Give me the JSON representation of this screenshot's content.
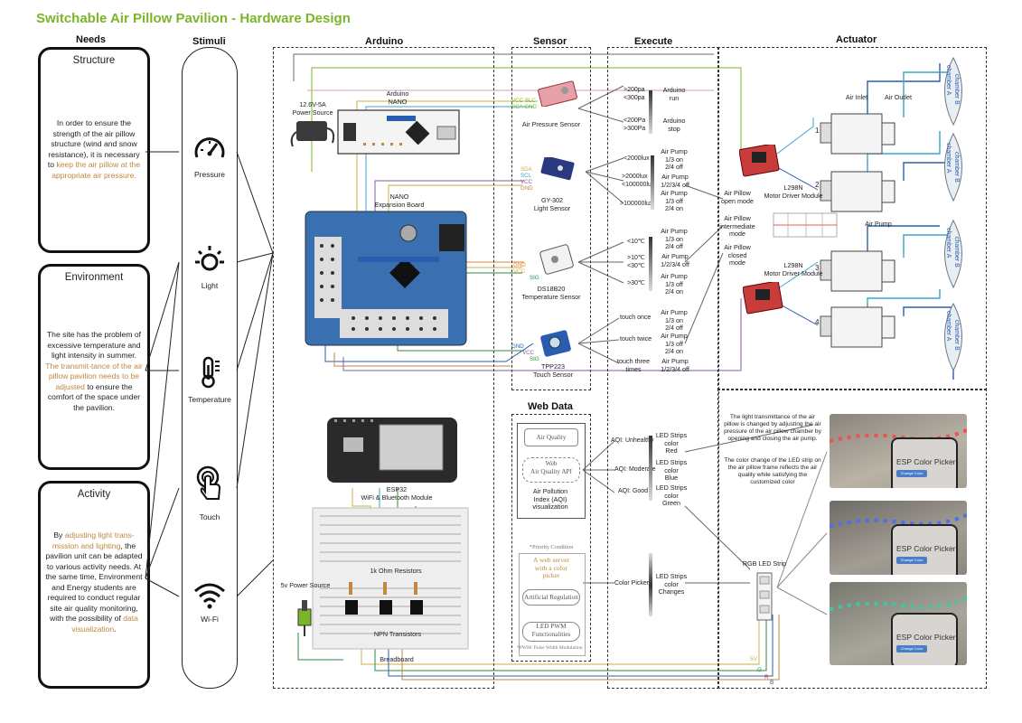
{
  "title": "Switchable Air Pillow Pavilion - Hardware Design",
  "columns": {
    "needs": "Needs",
    "stimuli": "Stimuli",
    "arduino": "Arduino",
    "sensor": "Sensor",
    "execute": "Execute",
    "actuator": "Actuator",
    "webdata": "Web Data"
  },
  "needs": {
    "structure": {
      "title": "Structure",
      "text_a": "In order to ensure the strength of the air pillow structure (wind and snow resistance), it is necessary to ",
      "text_hl": "keep the air pillow at the appropriate air pressure."
    },
    "environment": {
      "title": "Environment",
      "text_a": "The site has the problem of excessive temperature and light intensity in summer. ",
      "text_hl": "The transmit-tance of the air pillow pavilion needs to be adjusted",
      "text_b": " to ensure the comfort of the space under the pavilion."
    },
    "activity": {
      "title": "Activity",
      "text_a": "By ",
      "text_hl1": "adjusting light trans-mission and lighting",
      "text_b": ", the pavilion unit can be adapted to various activity needs. At the same time, Environment and Energy students  are required to conduct regular site air quality monitoring, with the possibility of ",
      "text_hl2": "data visualization",
      "text_c": "."
    }
  },
  "stimuli": {
    "pressure": "Pressure",
    "light": "Light",
    "temperature": "Temperature",
    "touch": "Touch",
    "wifi": "Wi-Fi"
  },
  "arduino": {
    "power": "12.6V-5A\nPower Source",
    "nano": "Arduino\nNANO",
    "expansion": "NANO\nExpansion Board",
    "esp32": "ESP32\nWiFi & Bluetooth Module",
    "resistors": "1k Ohm Resistors",
    "transistors": "NPN Transistors",
    "breadboard": "Breadboard",
    "power5v": "5v Power Source"
  },
  "sensors": {
    "pressure": "Air Pressure Sensor",
    "light": "GY-302\nLight Sensor",
    "temp": "DS18B20\nTemperature Sensor",
    "touch": "TPP223\nTouch Sensor",
    "pins_pressure": [
      "VCC",
      "SLC",
      "SCA",
      "GND"
    ],
    "pins_light": [
      "SDA",
      "SCL",
      "VCC",
      "GND"
    ],
    "pins_temp": [
      "GND",
      "VCC",
      "SIG"
    ],
    "pins_touch": [
      "GND",
      "VCC",
      "SIG"
    ]
  },
  "execute": {
    "pressure": [
      {
        "cond": ">200pa\n<300pa",
        "act": "Arduino\nrun"
      },
      {
        "cond": "<200Pa\n>300Pa",
        "act": "Arduino\nstop"
      }
    ],
    "light": [
      {
        "cond": "<2000lux",
        "act": "Air Pump\n1/3 on\n2/4 off"
      },
      {
        "cond": ">2000lux\n<100000lux",
        "act": "Air Pump\n1/2/3/4 off"
      },
      {
        "cond": ">100000lux",
        "act": "Air Pump\n1/3 off\n2/4 on"
      }
    ],
    "temp": [
      {
        "cond": "<10℃",
        "act": "Air Pump\n1/3 on\n2/4 off"
      },
      {
        "cond": ">10℃\n<30℃",
        "act": "Air Pump\n1/2/3/4 off"
      },
      {
        "cond": ">30℃",
        "act": "Air Pump\n1/3 off\n2/4 on"
      }
    ],
    "touch": [
      {
        "cond": "touch once",
        "act": "Air Pump\n1/3 on\n2/4 off"
      },
      {
        "cond": "touch twice",
        "act": "Air Pump\n1/3 off\n2/4 on"
      },
      {
        "cond": "touch three\ntimes",
        "act": "Air Pump\n1/2/3/4 off"
      }
    ],
    "aqi": [
      {
        "cond": "AQI: Unhealthy",
        "act": "LED Strips\ncolor\nRed"
      },
      {
        "cond": "AQI: Moderate",
        "act": "LED Strips\ncolor\nBlue"
      },
      {
        "cond": "AQI: Good",
        "act": "LED Strips\ncolor\nGreen"
      }
    ],
    "picker": {
      "cond": "Color Picker",
      "act": "LED Strips\ncolor\nChanges"
    }
  },
  "actuator": {
    "air_inlet": "Air Inlet",
    "air_outlet": "Air Outlet",
    "air_pump": "Air Pump",
    "driver1": "L298N\nMotor Driver Module",
    "driver2": "L298N\nMotor Driver Module",
    "mode_open": "Air Pillow\nopen mode",
    "mode_mid": "Air Pillow\nintermediate\nmode",
    "mode_closed": "Air Pillow\nclosed mode",
    "chamber_a": "chamber A",
    "chamber_b": "chamber B",
    "pump_numbers": [
      "1",
      "2",
      "3",
      "4"
    ],
    "led_strip": "RGB LED Strip",
    "note1": "The light transmittance of the air pillow is changed by adjusting the air pressure of the air pillow chamber by opening and closing the air pump.",
    "note2": "The color change of the LED strip on the air pillow frame reflects the air quality while satisfying the customized color",
    "phone_text": "ESP Color Picker",
    "phone_button": "Change Color",
    "wire_labels": [
      "5V",
      "G",
      "R",
      "B"
    ]
  },
  "webdata": {
    "air_quality": "Air Quality",
    "web_api": "Web\nAir Quality API",
    "aqi_vis": "Air Pollution\nIndex (AQI)\nvisualization",
    "priority": "*Priority Condition",
    "web_server": "A web server\nwith a color\npicker",
    "regulation": "Artificial Regulation",
    "pwm": "LED PWM\nFunctionalities",
    "pwm_note": "*PWM: Pulse Width Modulation"
  },
  "colors": {
    "title_green": "#7ab628",
    "highlight": "#c0883c",
    "wire_blue": "#2a5db0",
    "wire_cyan": "#3aa6c8",
    "chamber_fill": "#e9eef2"
  }
}
